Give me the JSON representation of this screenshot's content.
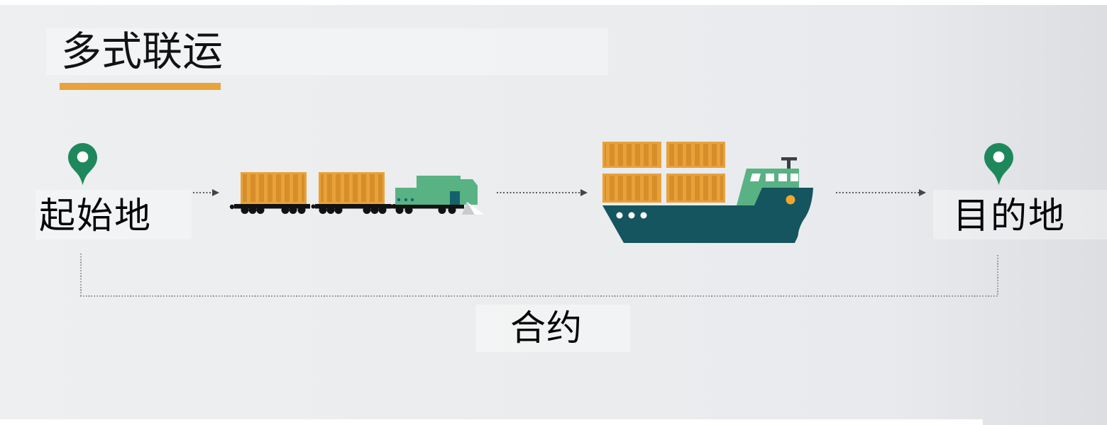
{
  "title": {
    "text": "多式联运"
  },
  "diagram": {
    "origin_label": "起始地",
    "destination_label": "目的地",
    "contract_label": "合约"
  },
  "colors": {
    "accent_orange": "#E8A33D",
    "pin_green": "#1E885C",
    "vehicle_green": "#59B283",
    "hull_teal": "#14555F",
    "container_orange": "#E8A23A",
    "container_rib_orange": "#D68D2A",
    "door_teal": "#14616C",
    "porthole_yellow": "#F0A62F"
  }
}
